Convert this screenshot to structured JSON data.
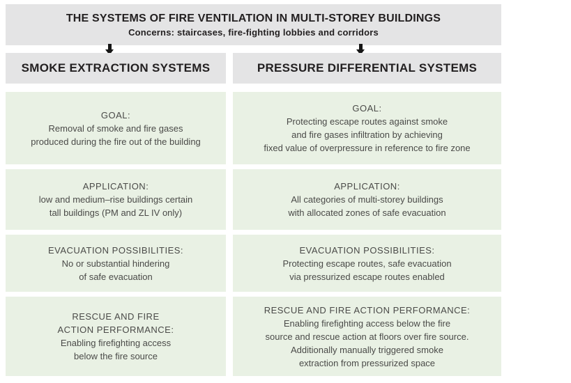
{
  "header": {
    "title": "THE SYSTEMS OF FIRE VENTILATION IN MULTI-STOREY BUILDINGS",
    "subtitle": "Concerns: staircases, fire-fighting lobbies and corridors"
  },
  "colors": {
    "header_bg": "#e4e4e5",
    "box_bg": "#e9f1e4",
    "title_text": "#232021",
    "body_text": "#4a4a48",
    "arrow": "#161616"
  },
  "columns": [
    {
      "title": "SMOKE EXTRACTION SYSTEMS",
      "boxes": [
        {
          "heading": [
            "GOAL:"
          ],
          "body": [
            "Removal of smoke and fire gases",
            "produced during the fire out of the building"
          ]
        },
        {
          "heading": [
            "APPLICATION:"
          ],
          "body": [
            "low and medium–rise buildings certain",
            "tall buildings (PM and ZL IV only)"
          ]
        },
        {
          "heading": [
            "EVACUATION POSSIBILITIES:"
          ],
          "body": [
            "No or substantial hindering",
            "of safe evacuation"
          ]
        },
        {
          "heading": [
            "RESCUE AND FIRE",
            "ACTION PERFORMANCE:"
          ],
          "body": [
            "Enabling firefighting access",
            "below the fire source"
          ]
        }
      ]
    },
    {
      "title": "PRESSURE DIFFERENTIAL SYSTEMS",
      "boxes": [
        {
          "heading": [
            "GOAL:"
          ],
          "body": [
            "Protecting escape routes against smoke",
            "and fire gases infiltration by achieving",
            "fixed value of overpressure in reference to fire zone"
          ]
        },
        {
          "heading": [
            "APPLICATION:"
          ],
          "body": [
            "All categories of multi-storey buildings",
            "with allocated zones of safe evacuation"
          ]
        },
        {
          "heading": [
            "EVACUATION POSSIBILITIES:"
          ],
          "body": [
            "Protecting escape routes, safe evacuation",
            "via pressurized escape routes enabled"
          ]
        },
        {
          "heading": [
            "RESCUE AND FIRE ACTION PERFORMANCE:"
          ],
          "body": [
            "Enabling firefighting access below the fire",
            "source and rescue action at floors over fire source.",
            "Additionally manually triggered smoke",
            "extraction from pressurized space"
          ]
        }
      ]
    }
  ]
}
